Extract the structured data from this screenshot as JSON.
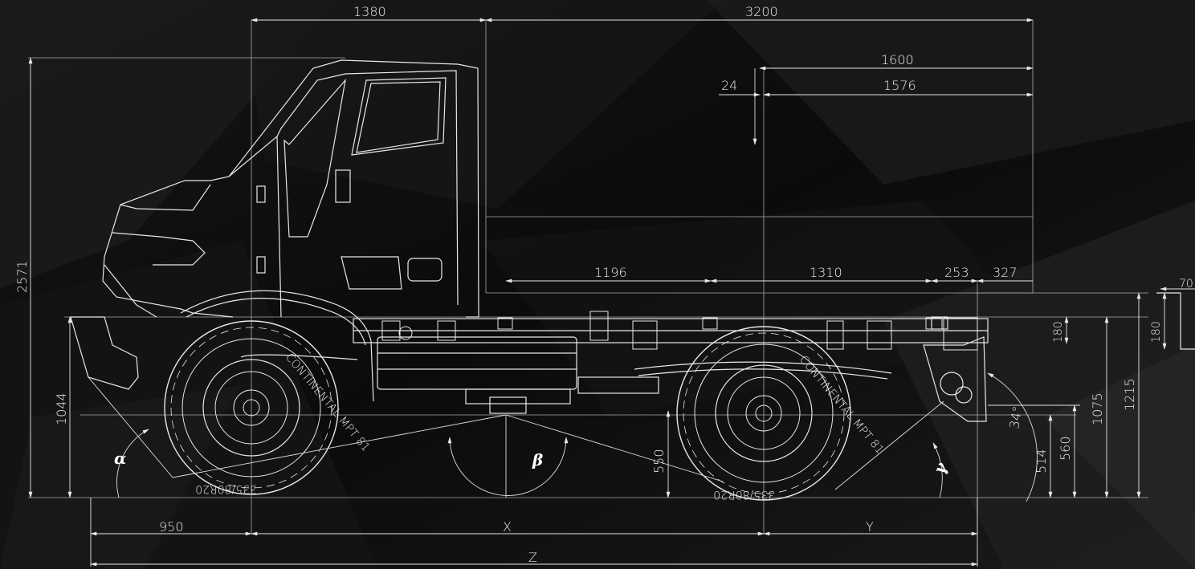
{
  "drawing": {
    "colors": {
      "background": "#0c0c0c",
      "line": "#e8e8e8"
    },
    "dimensions": {
      "cab_front_to_axle": "1380",
      "wheelbase_top": "3200",
      "body_1600": "1600",
      "body_1576": "1576",
      "offset_24": "24",
      "frame_1196": "1196",
      "frame_1310": "1310",
      "frame_253": "253",
      "frame_327": "327",
      "overall_height": "2571",
      "bumper_height": "1044",
      "frame_depth_180": "180",
      "detail_180": "180",
      "detail_70": "70",
      "frame_height_1075": "1075",
      "frame_height_1215": "1215",
      "hitch_560": "560",
      "hitch_514": "514",
      "ground_550": "550",
      "front_overhang": "950",
      "span_x": "X",
      "span_y": "Y",
      "span_z": "Z",
      "departure_slope": "34°"
    },
    "angles": {
      "approach": "α",
      "ramp_over": "β",
      "departure": "γ"
    },
    "tire_marking": "CONTINENTAL MPT 81",
    "tire_size": "335/80R20"
  }
}
